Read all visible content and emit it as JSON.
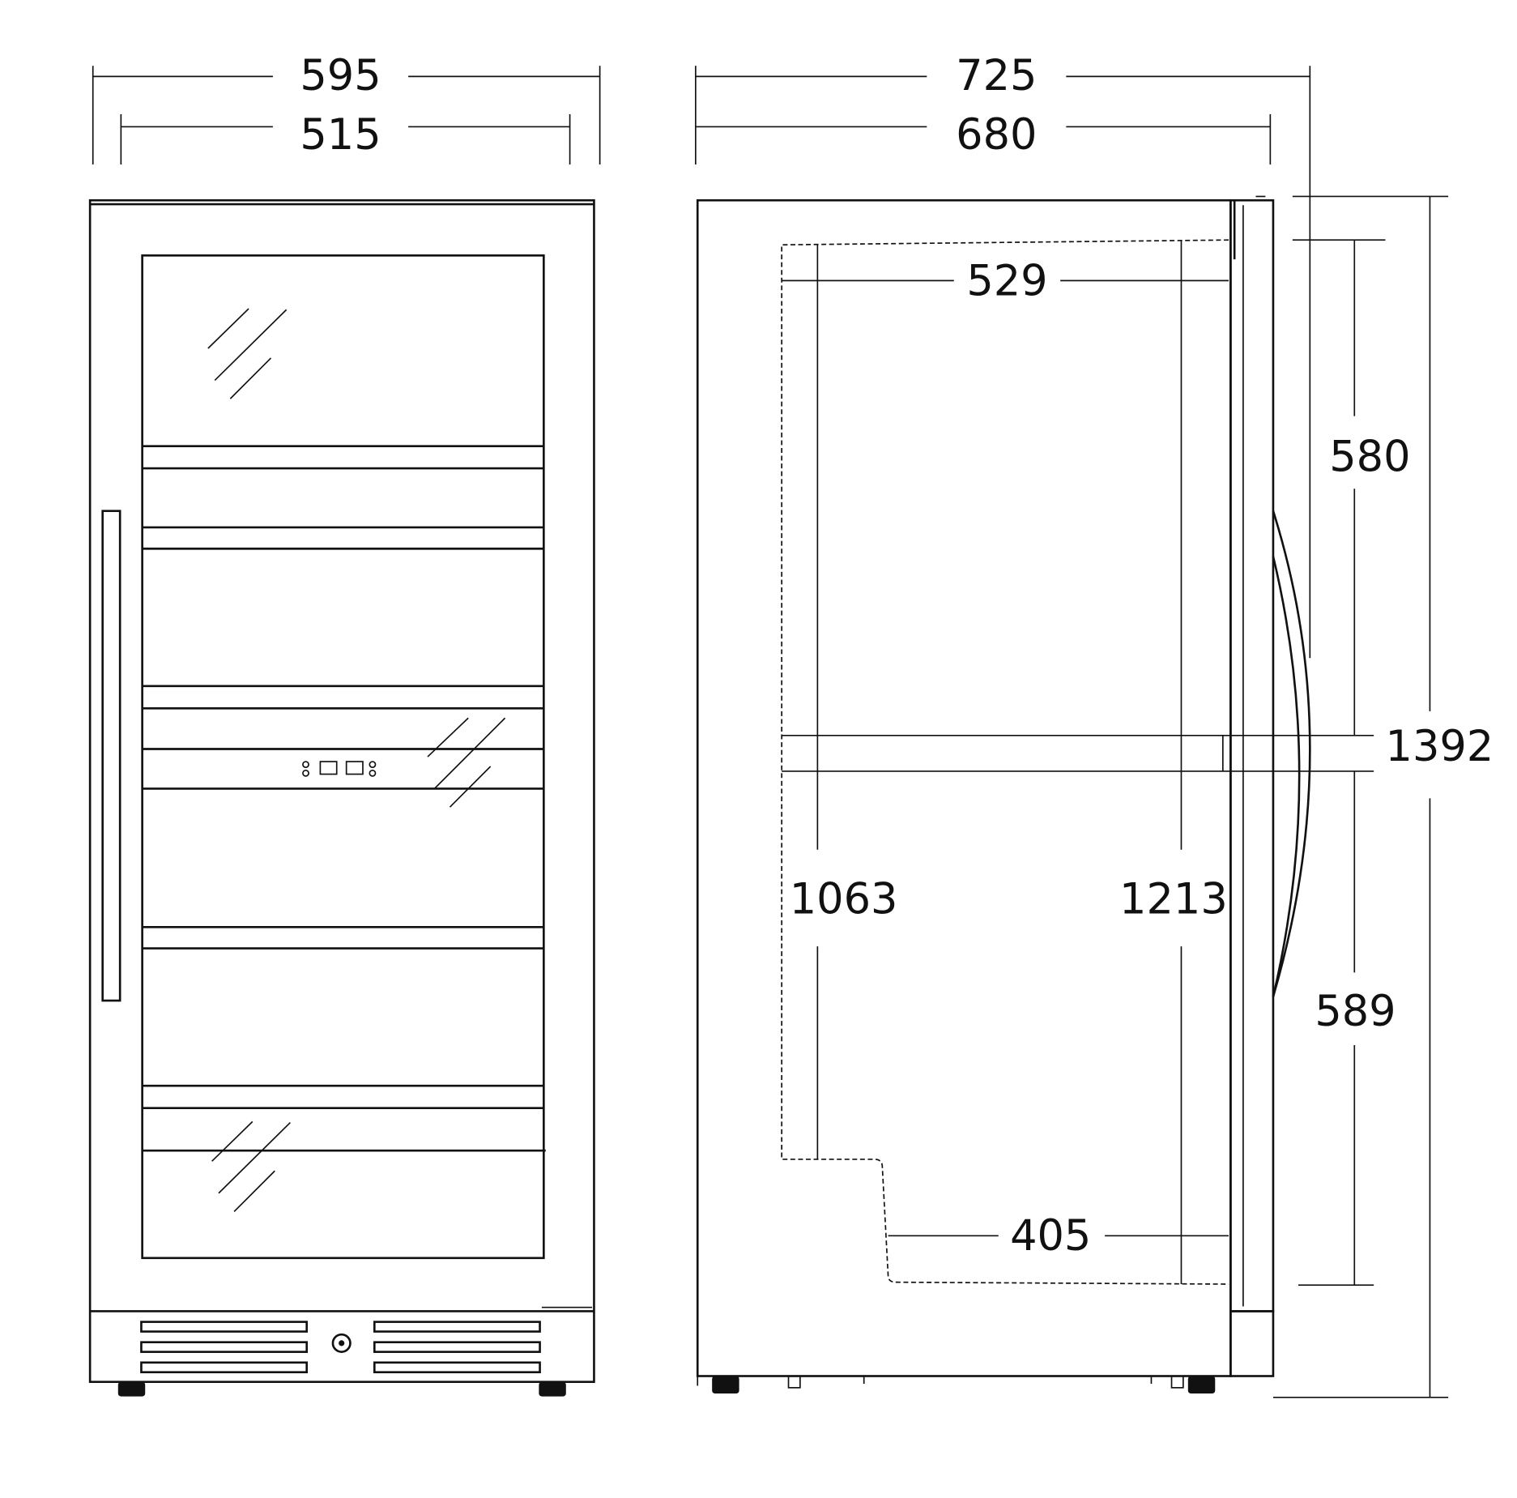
{
  "drawing": {
    "front_view": {
      "overall_width": "595",
      "inner_width": "515"
    },
    "side_view": {
      "overall_depth": "725",
      "body_depth": "680",
      "inner_depth_top": "529",
      "inner_depth_bottom": "405",
      "inner_height_front": "1063",
      "inner_height_rear": "1213",
      "overall_height": "1392",
      "handle_upper": "580",
      "handle_lower": "589"
    },
    "line_color": "#111111"
  }
}
